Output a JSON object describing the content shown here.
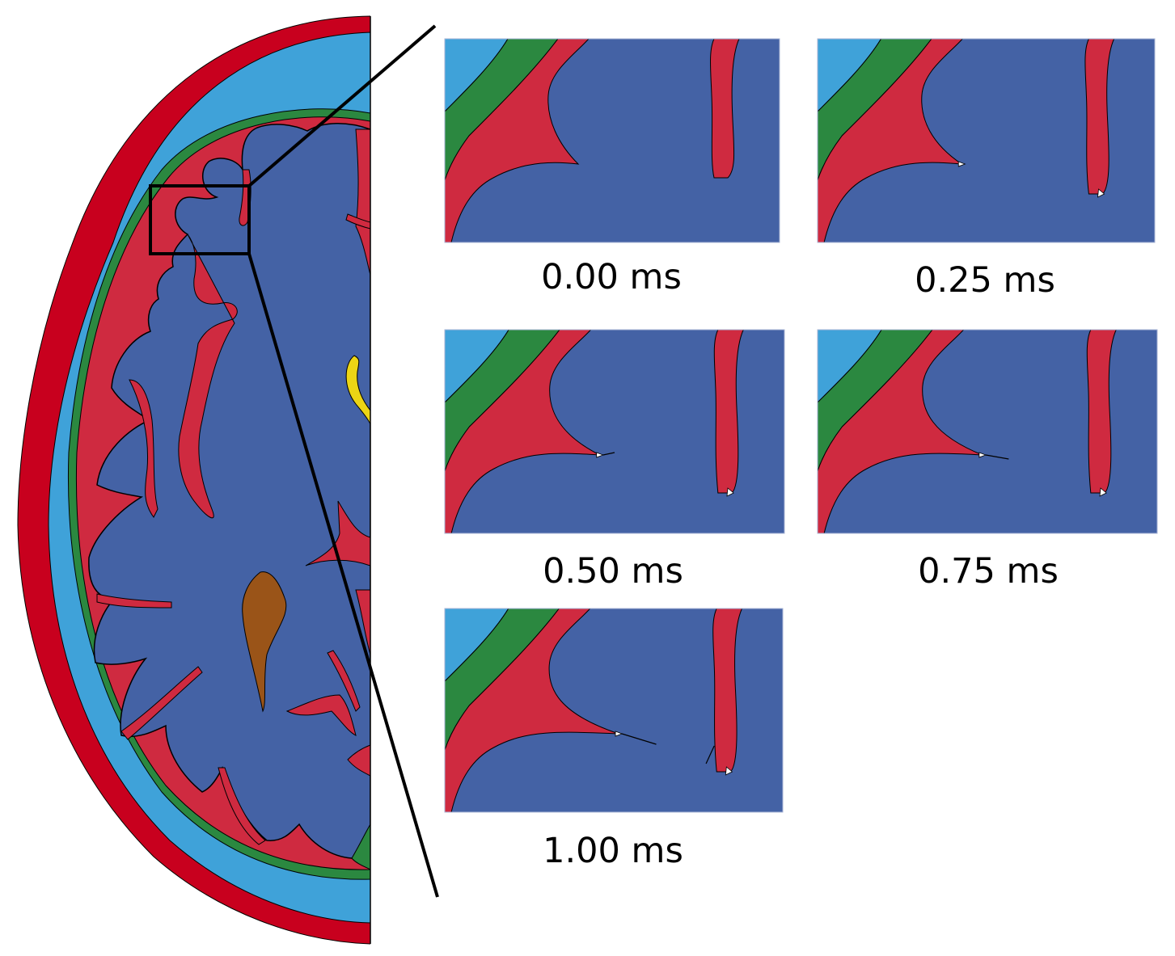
{
  "panels": [
    {
      "time_label": "0.00 ms"
    },
    {
      "time_label": "0.25 ms"
    },
    {
      "time_label": "0.50 ms"
    },
    {
      "time_label": "0.75 ms"
    },
    {
      "time_label": "1.00 ms"
    }
  ],
  "colors": {
    "brain_tissue": "#4462a5",
    "sulcal_csf": "#cf2a40",
    "scalp": "#c8001e",
    "skull": "#3fa2d9",
    "dura_csf_layer": "#2b8840",
    "ventricle_yellow": "#ecd515",
    "ventricle_brown": "#9a5418",
    "outline": "#000000",
    "background": "#ffffff"
  }
}
